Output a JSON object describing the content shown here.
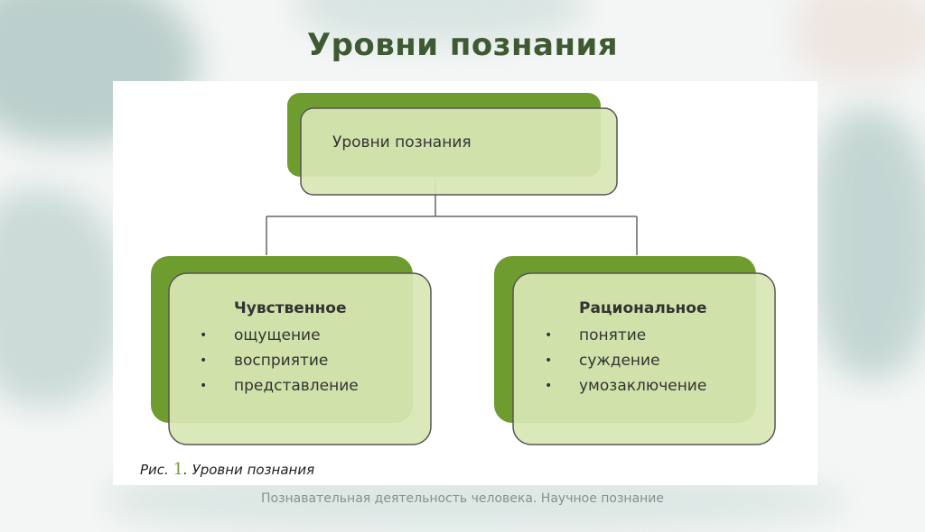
{
  "slide": {
    "title": "Уровни познания",
    "footer": "Познавательная деятельность человека. Научное познание"
  },
  "diagram": {
    "root": {
      "label": "Уровни познания"
    },
    "left": {
      "title": "Чувственное",
      "items": [
        "ощущение",
        "восприятие",
        "представление"
      ]
    },
    "right": {
      "title": "Рациональное",
      "items": [
        "понятие",
        "суждение",
        "умозаключение"
      ]
    },
    "bullet_glyph": "•"
  },
  "caption": {
    "prefix": "Рис. ",
    "number": "1",
    "text": ". Уровни познания"
  },
  "colors": {
    "dark_green": "#6f9c2e",
    "light_green": "#d8e6b4",
    "title_green": "#3f5a33",
    "outline": "#555555"
  }
}
